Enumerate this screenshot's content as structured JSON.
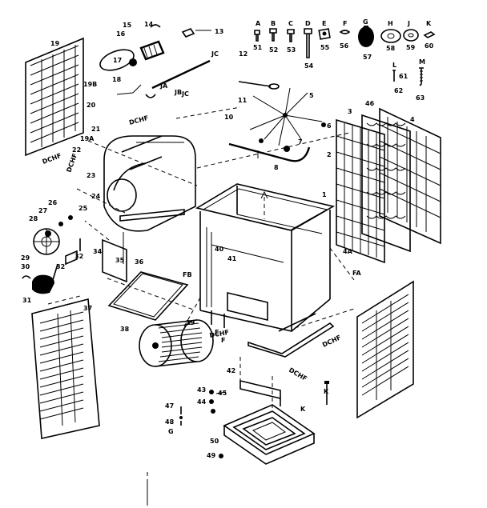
{
  "callouts": {
    "c1": "1",
    "c2": "2",
    "c3": "3",
    "c4": "4",
    "c4a": "4A",
    "c5": "5",
    "c6": "6",
    "c7": "7",
    "c8": "8",
    "c10": "10",
    "c11": "11",
    "c12": "12",
    "c13": "13",
    "c14": "14",
    "c15": "15",
    "c16": "16",
    "c17": "17",
    "c18": "18",
    "c19": "19",
    "c19a": "19A",
    "c19b": "19B",
    "c20": "20",
    "c21": "21",
    "c22": "22",
    "c23": "23",
    "c24": "24",
    "c25": "25",
    "c26": "26",
    "c27": "27",
    "c28": "28",
    "c29": "29",
    "c30": "30",
    "c31": "31",
    "c32a": "32",
    "c32b": "32",
    "c34": "34",
    "c35": "35",
    "c36": "36",
    "c37": "37",
    "c38": "38",
    "c39": "39",
    "c40": "40",
    "c41": "41",
    "c42": "42",
    "c43": "43",
    "c44": "44",
    "c45": "45",
    "c46": "46",
    "c47": "47",
    "c48": "48",
    "c49": "49",
    "c50": "50",
    "c51": "51",
    "c52": "52",
    "c53": "53",
    "c54": "54",
    "c55": "55",
    "c56": "56",
    "c57": "57",
    "c58": "58",
    "c59": "59",
    "c60": "60",
    "c61": "61",
    "c62": "62",
    "c63": "63"
  },
  "hardware_letters": {
    "a": "A",
    "b": "B",
    "c": "C",
    "d": "D",
    "e": "E",
    "f": "F",
    "g": "G",
    "h": "H",
    "j": "J",
    "k": "K",
    "l": "L",
    "m": "M"
  },
  "line_letters": {
    "jc": "JC",
    "jc2": "JC",
    "ja": "JA",
    "jb": "JB",
    "fb": "FB",
    "fa": "FA",
    "k1": "K",
    "k2": "K",
    "e1": "E",
    "f1": "F",
    "g1": "G"
  },
  "rotated_tags": {
    "dchf1": "DCHF",
    "dchf2": "DCHF",
    "dchf3": "DCHF",
    "dchf4": "DCHF",
    "dchf5": "DCHF",
    "dchf6": "DCHF"
  }
}
